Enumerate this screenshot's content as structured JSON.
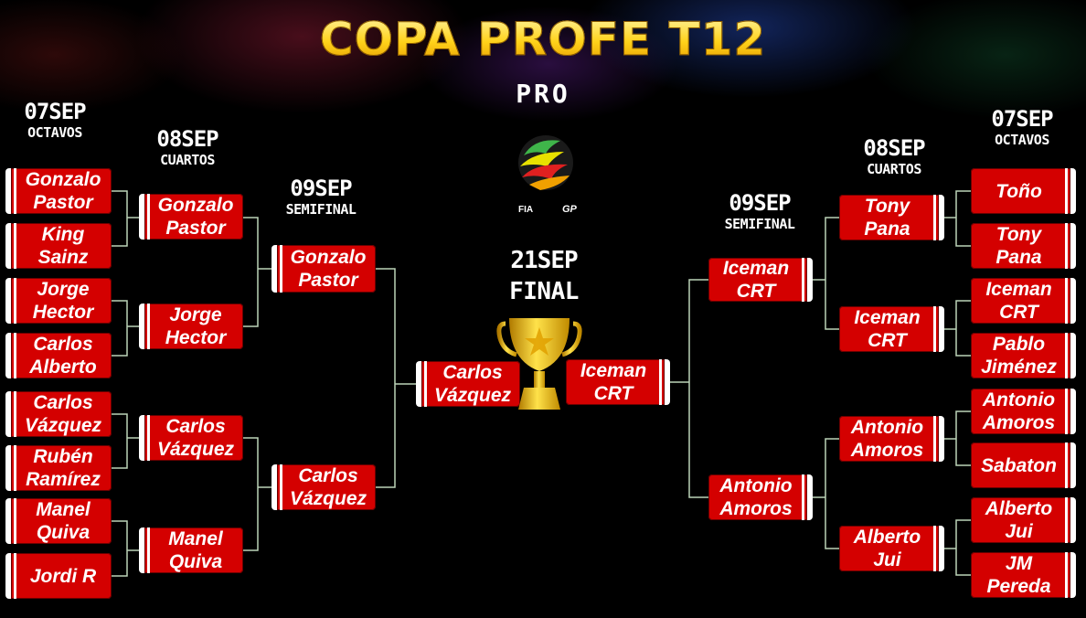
{
  "header": {
    "title": "COPA PROFE T12",
    "category": "PRO"
  },
  "rounds": {
    "left_r16": {
      "date": "07SEP",
      "name": "OCTAVOS"
    },
    "left_qf": {
      "date": "08SEP",
      "name": "CUARTOS"
    },
    "left_sf": {
      "date": "09SEP",
      "name": "SEMIFINAL"
    },
    "final": {
      "date": "21SEP",
      "name": "FINAL"
    },
    "right_sf": {
      "date": "09SEP",
      "name": "SEMIFINAL"
    },
    "right_qf": {
      "date": "08SEP",
      "name": "CUARTOS"
    },
    "right_r16": {
      "date": "07SEP",
      "name": "OCTAVOS"
    }
  },
  "bracket": {
    "left_r16": [
      "Gonzalo\nPastor",
      "King\nSainz",
      "Jorge\nHector",
      "Carlos\nAlberto",
      "Carlos\nVázquez",
      "Rubén\nRamírez",
      "Manel\nQuiva",
      "Jordi R"
    ],
    "left_qf": [
      "Gonzalo\nPastor",
      "Jorge\nHector",
      "Carlos\nVázquez",
      "Manel\nQuiva"
    ],
    "left_sf": [
      "Gonzalo\nPastor",
      "Carlos\nVázquez"
    ],
    "final": [
      "Carlos\nVázquez",
      "Iceman\nCRT"
    ],
    "right_sf": [
      "Iceman\nCRT",
      "Antonio\nAmoros"
    ],
    "right_qf": [
      "Tony\nPana",
      "Iceman\nCRT",
      "Antonio\nAmoros",
      "Alberto\nJui"
    ],
    "right_r16": [
      "Toño",
      "Tony\nPana",
      "Iceman\nCRT",
      "Pablo\nJiménez",
      "Antonio\nAmoros",
      "Sabaton",
      "Alberto\nJui",
      "JM\nPereda"
    ]
  },
  "logo": {
    "text_left": "FIA",
    "text_right": "GP"
  },
  "colors": {
    "box": "#d40000",
    "connector": "#bcd4b8",
    "title_gold": "#ffd21a"
  }
}
